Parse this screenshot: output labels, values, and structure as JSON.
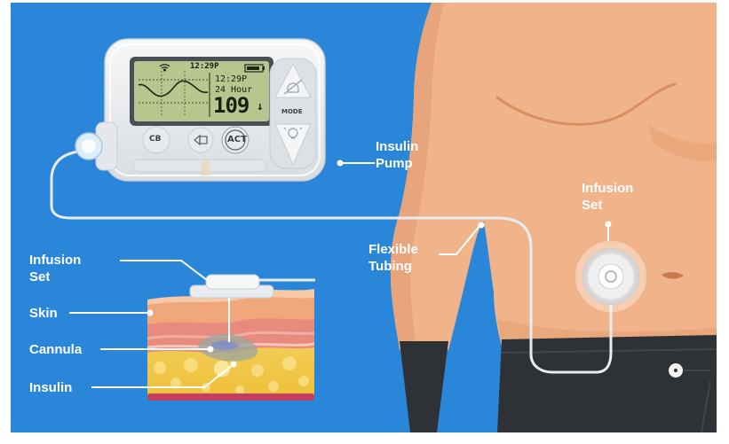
{
  "pump": {
    "time_status": "12:29P",
    "time": "12:29P",
    "period": "24 Hour",
    "reading": "109",
    "trend_arrow": "↓",
    "mode_label": "MODE",
    "act_label": "ACT",
    "left_button_icon": "CB"
  },
  "labels": {
    "insulin_pump": "Insulin\nPump",
    "infusion_set_body": "Infusion\nSet",
    "flexible_tubing": "Flexible\nTubing",
    "infusion_set_inset": "Infusion\nSet",
    "skin": "Skin",
    "cannula": "Cannula",
    "insulin": "Insulin"
  },
  "colors": {
    "background": "#2a86d8",
    "skin": "#f1b48a",
    "skin_shadow": "#e09c72",
    "pants": "#2e3236",
    "screen": "#b8c58e",
    "pump_body": "#eef0f2",
    "fat": "#f2cf55",
    "tubing": "#e9edf2"
  },
  "icons": [
    "wifi-icon",
    "battery-icon",
    "bell-icon",
    "lightbulb-icon",
    "back-icon",
    "cb-icon",
    "snap-button-icon"
  ]
}
